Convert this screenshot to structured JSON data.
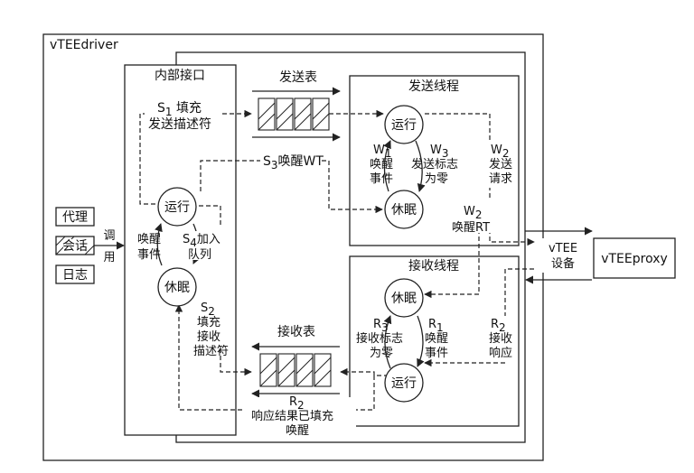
{
  "outer_label": "vTEEdriver",
  "internal_interface": "内部接口",
  "send_thread": "发送线程",
  "recv_thread": "接收线程",
  "send_table": "发送表",
  "recv_table": "接收表",
  "left_box": {
    "agent": "代理",
    "session": "会话",
    "log": "日志",
    "call": "调用"
  },
  "device": {
    "line1": "vTEE",
    "line2": "设备"
  },
  "proxy": "vTEEproxy",
  "nodes": {
    "run": "运行",
    "sleep": "休眠"
  },
  "labels": {
    "s1": {
      "sym": "S",
      "sub": "1",
      "t1": "填充",
      "t2": "发送描述符"
    },
    "s2": {
      "sym": "S",
      "sub": "2",
      "t1": "填充",
      "t2": "接收",
      "t3": "描述符"
    },
    "s3": {
      "sym": "S",
      "sub": "3",
      "t": "唤醒WT"
    },
    "s4": {
      "sym": "S",
      "sub": "4",
      "t1": "加入",
      "t2": "队列"
    },
    "wake_event": {
      "t1": "唤醒",
      "t2": "事件"
    },
    "w1": {
      "sym": "W",
      "sub": "1",
      "t1": "唤醒",
      "t2": "事件"
    },
    "w2a": {
      "sym": "W",
      "sub": "2",
      "t1": "发送",
      "t2": "请求"
    },
    "w2b": {
      "sym": "W",
      "sub": "2",
      "t": "唤醒RT"
    },
    "w3": {
      "sym": "W",
      "sub": "3",
      "t1": "发送标志",
      "t2": "为零"
    },
    "r1": {
      "sym": "R",
      "sub": "1",
      "t1": "唤醒",
      "t2": "事件"
    },
    "r2": {
      "sym": "R",
      "sub": "2",
      "t1": "接收",
      "t2": "响应"
    },
    "r3": {
      "sym": "R",
      "sub": "3",
      "t1": "接收标志",
      "t2": "为零"
    },
    "r2b": {
      "sym": "R",
      "sub": "2",
      "t1": "响应结果已填充",
      "t2": "唤醒"
    }
  },
  "colors": {
    "line": "#222222",
    "background": "#ffffff"
  }
}
